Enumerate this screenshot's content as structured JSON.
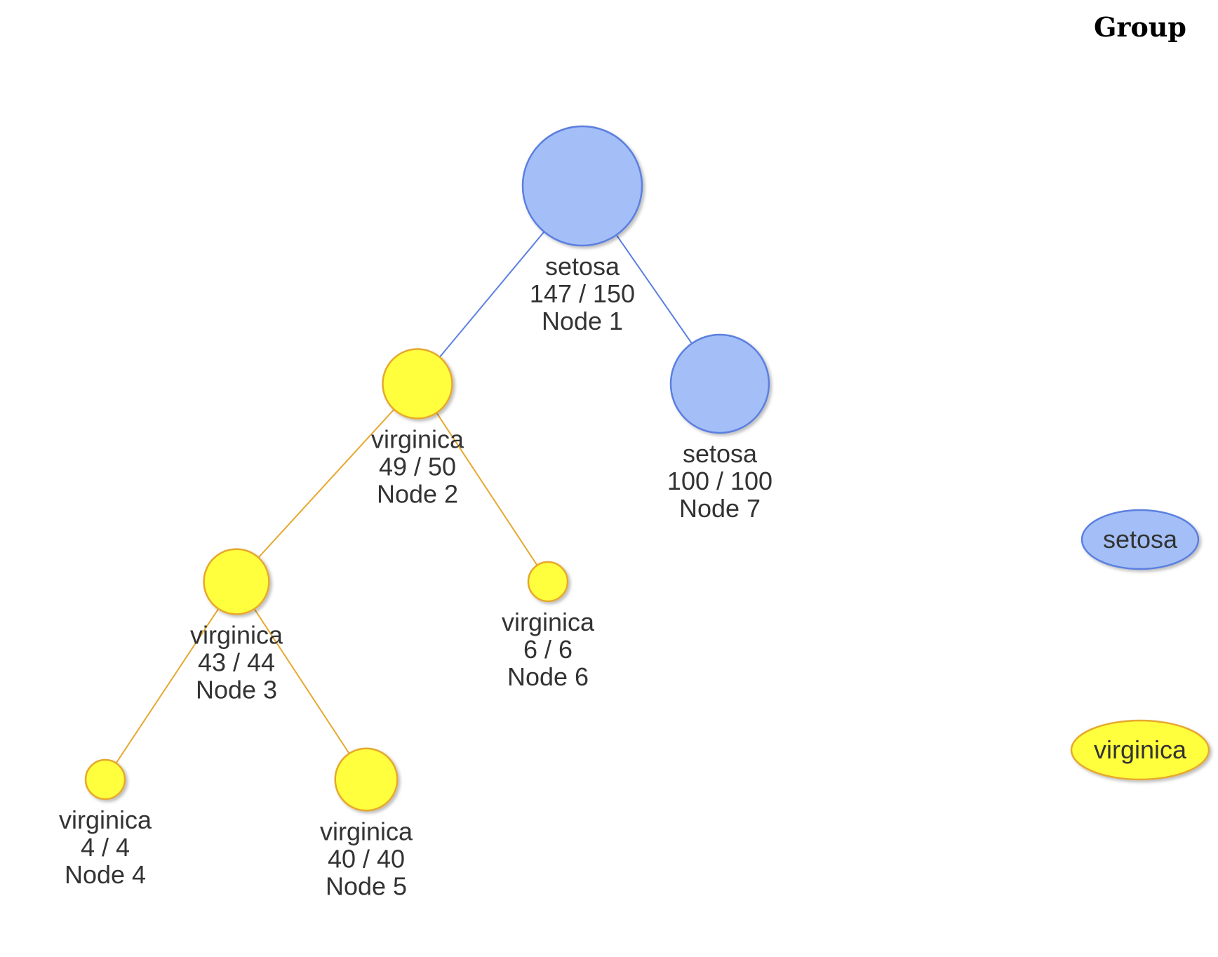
{
  "legend": {
    "title": "Group",
    "items": [
      {
        "label": "setosa",
        "fill": "#a4bff7",
        "stroke": "#5b7fe0"
      },
      {
        "label": "virginica",
        "fill": "#ffff3c",
        "stroke": "#e6a82e"
      }
    ]
  },
  "colors": {
    "setosa": {
      "fill": "#a4bff7",
      "stroke": "#5b7fe0",
      "edge": "#5b7fe0"
    },
    "virginica": {
      "fill": "#ffff3c",
      "stroke": "#e6a82e",
      "edge": "#e6a82e"
    }
  },
  "tree": {
    "nodes": [
      {
        "id": 1,
        "class": "setosa",
        "correct": 147,
        "total": 150,
        "label": "setosa",
        "count_text": "147 / 150",
        "node_text": "Node 1",
        "leaf": false
      },
      {
        "id": 2,
        "class": "virginica",
        "correct": 49,
        "total": 50,
        "label": "virginica",
        "count_text": "49 / 50",
        "node_text": "Node 2",
        "leaf": false
      },
      {
        "id": 3,
        "class": "virginica",
        "correct": 43,
        "total": 44,
        "label": "virginica",
        "count_text": "43 / 44",
        "node_text": "Node 3",
        "leaf": false
      },
      {
        "id": 4,
        "class": "virginica",
        "correct": 4,
        "total": 4,
        "label": "virginica",
        "count_text": "4 / 4",
        "node_text": "Node 4",
        "leaf": true
      },
      {
        "id": 5,
        "class": "virginica",
        "correct": 40,
        "total": 40,
        "label": "virginica",
        "count_text": "40 / 40",
        "node_text": "Node 5",
        "leaf": true
      },
      {
        "id": 6,
        "class": "virginica",
        "correct": 6,
        "total": 6,
        "label": "virginica",
        "count_text": "6 / 6",
        "node_text": "Node 6",
        "leaf": true
      },
      {
        "id": 7,
        "class": "setosa",
        "correct": 100,
        "total": 100,
        "label": "setosa",
        "count_text": "100 / 100",
        "node_text": "Node 7",
        "leaf": true
      }
    ],
    "edges": [
      {
        "from": 1,
        "to": 2
      },
      {
        "from": 1,
        "to": 7
      },
      {
        "from": 2,
        "to": 3
      },
      {
        "from": 2,
        "to": 6
      },
      {
        "from": 3,
        "to": 4
      },
      {
        "from": 3,
        "to": 5
      }
    ]
  }
}
